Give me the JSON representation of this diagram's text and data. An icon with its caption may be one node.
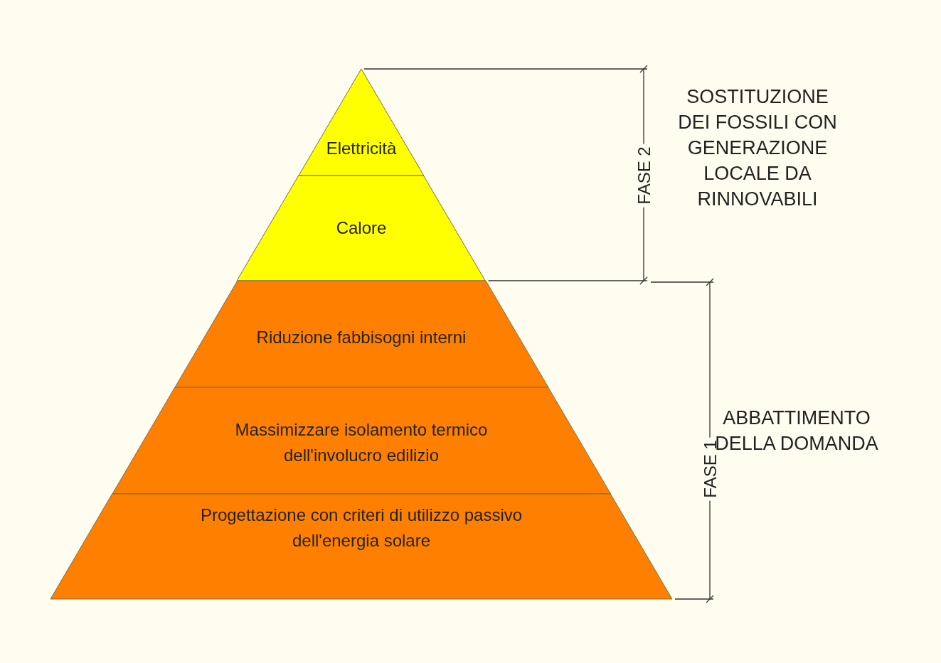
{
  "diagram": {
    "nodes": [
      {
        "text": [
          "Elettricità"
        ]
      },
      {
        "text": [
          "Calore"
        ]
      },
      {
        "text": [
          "Riduzione fabbisogni interni"
        ]
      },
      {
        "text": [
          "Massimizzare isolamento termico dell'involucro edilizio"
        ]
      },
      {
        "text": [
          "Progettazione con criteri di utilizzo passivo dell'energia solare"
        ]
      }
    ],
    "edges": [],
    "labels": [
      "FASE 2",
      "SOSTITUZIONE DEI FOSSILI CON GENERAZIONE LOCALE DA RINNOVABILI",
      "FASE 1",
      "ABBATTIMENTO DELLA DOMANDA"
    ]
  }
}
